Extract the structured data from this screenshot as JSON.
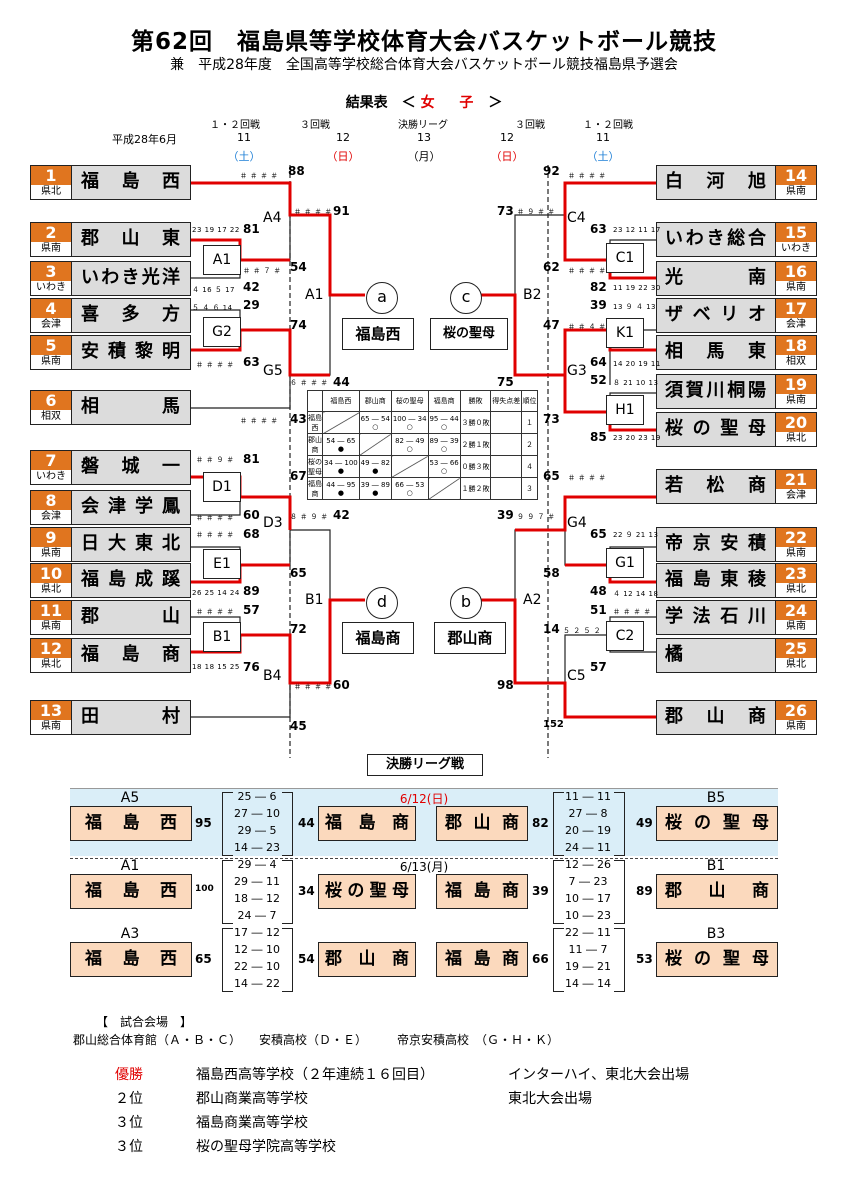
{
  "header": {
    "title": "第62回　福島県等学校体育大会バスケットボール競技",
    "subtitle": "兼　平成28年度　全国高等学校総合体育大会バスケットボール競技福島県予選会",
    "result_label": "結果表　＜",
    "women": "女 子",
    "result_close": "＞",
    "date_label": "平成28年6月"
  },
  "round_headers": {
    "r12_left": "１・２回戦",
    "r3_left": "３回戦",
    "final": "決勝リーグ",
    "r3_right": "３回戦",
    "r12_right": "１・２回戦",
    "d11l": "11",
    "d12l": "12",
    "d13": "13",
    "d12r": "12",
    "d11r": "11",
    "sat_l": "（土）",
    "sun_l": "（日）",
    "mon": "（月）",
    "sun_r": "（日）",
    "sat_r": "（土）"
  },
  "teams_left": [
    {
      "num": "1",
      "pref": "県北",
      "name": "福島西"
    },
    {
      "num": "2",
      "pref": "県南",
      "name": "郡山東"
    },
    {
      "num": "3",
      "pref": "いわき",
      "name": "いわき光洋"
    },
    {
      "num": "4",
      "pref": "会津",
      "name": "喜多方"
    },
    {
      "num": "5",
      "pref": "県南",
      "name": "安積黎明"
    },
    {
      "num": "6",
      "pref": "相双",
      "name": "相馬"
    },
    {
      "num": "7",
      "pref": "いわき",
      "name": "磐城一"
    },
    {
      "num": "8",
      "pref": "会津",
      "name": "会津学鳳"
    },
    {
      "num": "9",
      "pref": "県南",
      "name": "日大東北"
    },
    {
      "num": "10",
      "pref": "県北",
      "name": "福島成蹊"
    },
    {
      "num": "11",
      "pref": "県南",
      "name": "郡山"
    },
    {
      "num": "12",
      "pref": "県北",
      "name": "福島商"
    },
    {
      "num": "13",
      "pref": "県南",
      "name": "田村"
    }
  ],
  "teams_right": [
    {
      "num": "14",
      "pref": "県南",
      "name": "白河旭"
    },
    {
      "num": "15",
      "pref": "いわき",
      "name": "いわき総合"
    },
    {
      "num": "16",
      "pref": "県南",
      "name": "光南"
    },
    {
      "num": "17",
      "pref": "会津",
      "name": "ザベリオ"
    },
    {
      "num": "18",
      "pref": "相双",
      "name": "相馬東"
    },
    {
      "num": "19",
      "pref": "県南",
      "name": "須賀川桐陽"
    },
    {
      "num": "20",
      "pref": "県北",
      "name": "桜の聖母"
    },
    {
      "num": "21",
      "pref": "会津",
      "name": "若松商"
    },
    {
      "num": "22",
      "pref": "県南",
      "name": "帝京安積"
    },
    {
      "num": "23",
      "pref": "県北",
      "name": "福島東稜"
    },
    {
      "num": "24",
      "pref": "県南",
      "name": "学法石川"
    },
    {
      "num": "25",
      "pref": "県北",
      "name": "橘"
    },
    {
      "num": "26",
      "pref": "県南",
      "name": "郡山商"
    }
  ],
  "games": {
    "A1": "A1",
    "G2": "G2",
    "D1": "D1",
    "E1": "E1",
    "B1": "B1",
    "C1": "C1",
    "K1": "K1",
    "H1": "H1",
    "G1": "G1",
    "C2": "C2",
    "A4": "A4",
    "G5": "G5",
    "D3": "D3",
    "B4": "B4",
    "C4": "C4",
    "G3": "G3",
    "G4": "G4",
    "C5": "C5",
    "A1b": "A1",
    "B1b": "B1",
    "B2": "B2",
    "A2": "A2"
  },
  "scores": {
    "s88": "88",
    "s81": "81",
    "s54": "54",
    "s42": "42",
    "s29": "29",
    "s74": "74",
    "s63": "63",
    "s43": "43",
    "s91": "91",
    "s44": "44",
    "s81b": "81",
    "s67": "67",
    "s60": "60",
    "s68": "68",
    "s65": "65",
    "s89": "89",
    "s57": "57",
    "s72": "72",
    "s76": "76",
    "s45": "45",
    "s42b": "42",
    "s60b": "60",
    "r92": "92",
    "r73": "73",
    "r63": "63",
    "r62": "62",
    "r82": "82",
    "r39": "39",
    "r47": "47",
    "r64": "64",
    "r52": "52",
    "r85": "85",
    "r75": "75",
    "r73b": "73",
    "r65": "65",
    "r65b": "65",
    "r58": "58",
    "r48": "48",
    "r51": "51",
    "r14": "14",
    "r57": "57",
    "r98": "98",
    "r152": "152",
    "r39b": "39"
  },
  "quarters": {
    "q_a1": "23 19 17 22",
    "q_a1b": "＃ ＃ ７ ＃",
    "q_g2": "５ ４ ６ 14",
    "q_g2b": "４ 16 ５ 17",
    "q_g2c": "＃ ＃ ＃ ＃",
    "q_88": "＃ ＃ ＃ ＃",
    "q_91": "＃ ＃ ＃ ＃",
    "q_44": "６ ＃ ＃ ＃",
    "q_43": "＃ ＃ ＃ ＃",
    "q_d1": "＃ ＃ ９ ＃",
    "q_d1b": "＃ ＃ ＃ ＃",
    "q_e1": "＃ ＃ ＃ ＃",
    "q_e1b": "26 25 14 24",
    "q_b1": "＃ ＃ ＃ ＃",
    "q_b1b": "18 18 15 25",
    "q_42": "８ ＃ ９ ＃",
    "q_60": "＃ ＃ ＃ ＃",
    "q_92": "＃ ＃ ＃ ＃",
    "q_73": "＃ ９ ＃ ＃",
    "q_c1": "23 12 11 17",
    "q_c1b": "11 19 22 30",
    "q_c1c": "＃ ＃ ＃ ＃",
    "q_k1": "13 ９ ４ 13",
    "q_k1b": "＃ ＃ ４ ＃",
    "q_k1c": "14 20 19 11",
    "q_h1": "８ 21 10 13",
    "q_h1b": "23 20 23 19",
    "q_65": "＃ ＃ ＃ ＃",
    "q_39": "９ ９ ７ ＃",
    "q_g1": "22 ９ 21 13",
    "q_g1b": "４ 12 14 18",
    "q_c2": "５ ２ ５ ２",
    "q_c2b": "＃ ＃ ＃ ＃"
  },
  "semis": {
    "a": "a",
    "b": "b",
    "c": "c",
    "d": "d",
    "a_team": "福島西",
    "b_team": "郡山商",
    "c_team": "桜の聖母",
    "d_team": "福島商"
  },
  "matrix": {
    "head": [
      "",
      "福島西",
      "郡山商",
      "桜の聖母",
      "福島商",
      "勝敗",
      "得失点差",
      "順位"
    ],
    "rows": [
      {
        "name": "福島西",
        "c1": "",
        "c2": "65 ― 54",
        "c3": "100 ― 34",
        "c4": "95 ― 44",
        "c4b": "○",
        "c2b": "○",
        "c3b": "○",
        "wl": "３勝０敗",
        "diff": "",
        "rank": "１"
      },
      {
        "name": "郡山商",
        "c1": "54 ― 65",
        "c2": "",
        "c3": "82 ― 49",
        "c4": "89 ― 39",
        "c1b": "●",
        "c3b": "○",
        "c4b": "○",
        "wl": "２勝１敗",
        "diff": "",
        "rank": "２"
      },
      {
        "name": "桜の聖母",
        "c1": "34 ― 100",
        "c2": "49 ― 82",
        "c3": "",
        "c4": "53 ― 66",
        "c1b": "●",
        "c2b": "●",
        "c4b": "○",
        "wl": "０勝３敗",
        "diff": "",
        "rank": "４"
      },
      {
        "name": "福島商",
        "c1": "44 ― 95",
        "c2": "39 ― 89",
        "c3": "66 ― 53",
        "c4": "",
        "c1b": "●",
        "c2b": "●",
        "c3b": "○",
        "wl": "１勝２敗",
        "diff": "",
        "rank": "３"
      }
    ]
  },
  "league": {
    "title": "決勝リーグ戦",
    "date1": "6/12(日)",
    "date2": "6/13(月)",
    "r1": {
      "lab1": "A5",
      "t1": "福島西",
      "s1": "95",
      "per1": [
        "25 ― 6",
        "27 ― 10",
        "29 ― 5",
        "14 ― 23"
      ],
      "s2": "44",
      "t2": "福島商",
      "t3": "郡山商",
      "s3": "82",
      "per2": [
        "11 ― 11",
        "27 ― 8",
        "20 ― 19",
        "24 ― 11"
      ],
      "s4": "49",
      "t4": "桜の聖母",
      "lab2": "B5"
    },
    "r2": {
      "lab1": "A1",
      "t1": "福島西",
      "s1": "100",
      "per1": [
        "29 ― 4",
        "29 ― 11",
        "18 ― 12",
        "24 ― 7"
      ],
      "s2": "34",
      "t2": "桜の聖母",
      "t3": "福島商",
      "s3": "39",
      "per2": [
        "12 ― 26",
        "7 ― 23",
        "10 ― 17",
        "10 ― 23"
      ],
      "s4": "89",
      "t4": "郡山商",
      "lab2": "B1"
    },
    "r3": {
      "lab1": "A3",
      "t1": "福島西",
      "s1": "65",
      "per1": [
        "17 ― 12",
        "12 ― 10",
        "22 ― 10",
        "14 ― 22"
      ],
      "s2": "54",
      "t2": "郡山商",
      "t3": "福島商",
      "s3": "66",
      "per2": [
        "22 ― 11",
        "11 ― 7",
        "19 ― 21",
        "14 ― 14"
      ],
      "s4": "53",
      "t4": "桜の聖母",
      "lab2": "B3"
    }
  },
  "footer": {
    "venue_title": "【　試合会場　】",
    "venues": "郡山総合体育館（Ａ・Ｂ・Ｃ）　　安積高校（Ｄ・Ｅ）　　　帝京安積高校　（Ｇ・Ｈ・Ｋ）",
    "results": [
      {
        "rank": "優勝",
        "school": "福島西高等学校（２年連続１６回目）",
        "note": "インターハイ、東北大会出場"
      },
      {
        "rank": "２位",
        "school": "郡山商業高等学校",
        "note": "東北大会出場"
      },
      {
        "rank": "３位",
        "school": "福島商業高等学校",
        "note": ""
      },
      {
        "rank": "３位",
        "school": "桜の聖母学院高等学校",
        "note": ""
      }
    ]
  },
  "colors": {
    "accent": "#e0751f",
    "red": "#e00000",
    "blue": "#1e7fd6",
    "league_bg": "#daeef8",
    "team_bg": "#dcdcdc",
    "league_team": "#fbd9bd"
  }
}
